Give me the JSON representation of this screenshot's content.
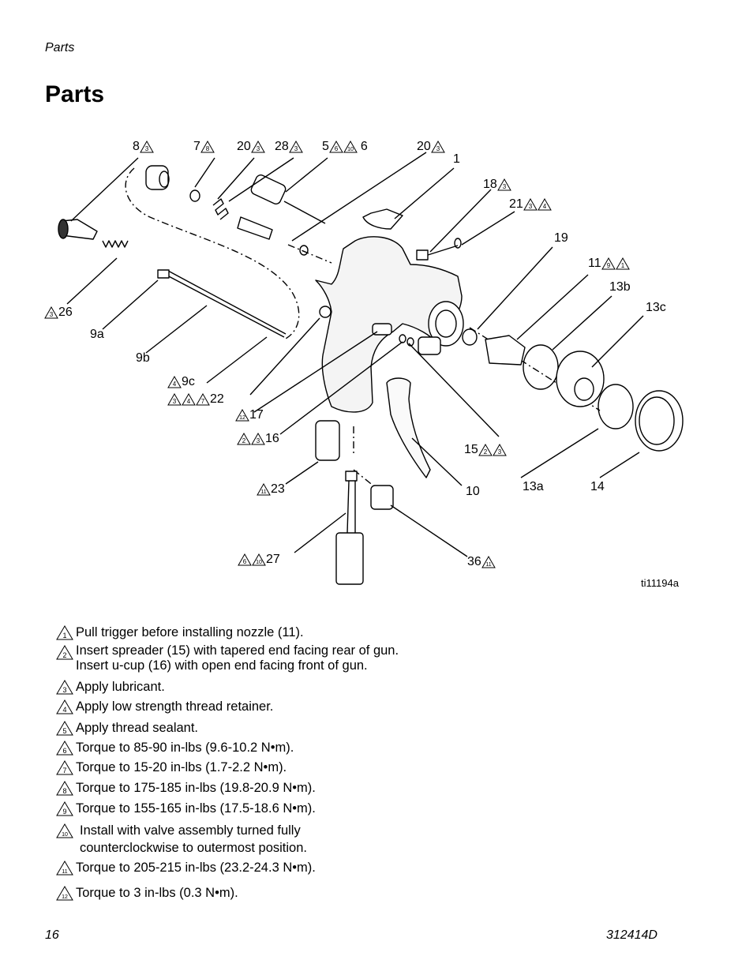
{
  "header": {
    "section": "Parts"
  },
  "title": "Parts",
  "figure": {
    "id": "ti11194a",
    "callouts": [
      {
        "num": "8",
        "marks": [
          "3"
        ]
      },
      {
        "num": "7",
        "marks": [
          "8"
        ]
      },
      {
        "num": "20",
        "marks": [
          "3"
        ]
      },
      {
        "num": "28",
        "marks": [
          "3"
        ]
      },
      {
        "num": "5",
        "marks": [
          "6",
          "10"
        ]
      },
      {
        "num": "6",
        "marks": []
      },
      {
        "num": "20",
        "marks": [
          "3"
        ]
      },
      {
        "num": "1",
        "marks": []
      },
      {
        "num": "18",
        "marks": [
          "3"
        ]
      },
      {
        "num": "21",
        "marks": [
          "3",
          "4"
        ]
      },
      {
        "num": "19",
        "marks": []
      },
      {
        "num": "11",
        "marks": [
          "9",
          "1"
        ]
      },
      {
        "num": "13b",
        "marks": []
      },
      {
        "num": "13c",
        "marks": []
      },
      {
        "num": "26",
        "marks": [
          "3"
        ]
      },
      {
        "num": "9a",
        "marks": []
      },
      {
        "num": "9b",
        "marks": []
      },
      {
        "num": "9c",
        "marks": [
          "4"
        ]
      },
      {
        "num": "22",
        "marks": [
          "3",
          "4",
          "7"
        ]
      },
      {
        "num": "17",
        "marks": [
          "12"
        ]
      },
      {
        "num": "16",
        "marks": [
          "2",
          "3"
        ]
      },
      {
        "num": "15",
        "marks": [
          "2",
          "3"
        ]
      },
      {
        "num": "23",
        "marks": [
          "11"
        ]
      },
      {
        "num": "10",
        "marks": []
      },
      {
        "num": "13a",
        "marks": []
      },
      {
        "num": "14",
        "marks": []
      },
      {
        "num": "27",
        "marks": [
          "6",
          "10"
        ]
      },
      {
        "num": "36",
        "marks": [
          "11"
        ]
      }
    ]
  },
  "notes": [
    {
      "num": "1",
      "text": "Pull trigger before installing nozzle (11)."
    },
    {
      "num": "2",
      "text": "Insert spreader (15) with tapered end facing rear of gun.\nInsert u-cup (16) with open end facing front of gun."
    },
    {
      "num": "3",
      "text": "Apply lubricant."
    },
    {
      "num": "4",
      "text": "Apply low strength thread retainer."
    },
    {
      "num": "5",
      "text": "Apply thread sealant."
    },
    {
      "num": "6",
      "text": "Torque to 85-90 in-lbs (9.6-10.2 N•m)."
    },
    {
      "num": "7",
      "text": "Torque to 15-20 in-lbs (1.7-2.2 N•m)."
    },
    {
      "num": "8",
      "text": "Torque to 175-185 in-lbs (19.8-20.9 N•m)."
    },
    {
      "num": "9",
      "text": "Torque to 155-165 in-lbs (17.5-18.6 N•m)."
    },
    {
      "num": "10",
      "text": "Install with valve assembly turned fully\ncounterclockwise to outermost position."
    },
    {
      "num": "11",
      "text": "Torque to 205-215 in-lbs (23.2-24.3 N•m)."
    },
    {
      "num": "12",
      "text": "Torque to 3 in-lbs (0.3 N•m)."
    }
  ],
  "footer": {
    "page_number": "16",
    "doc_number": "312414D"
  }
}
